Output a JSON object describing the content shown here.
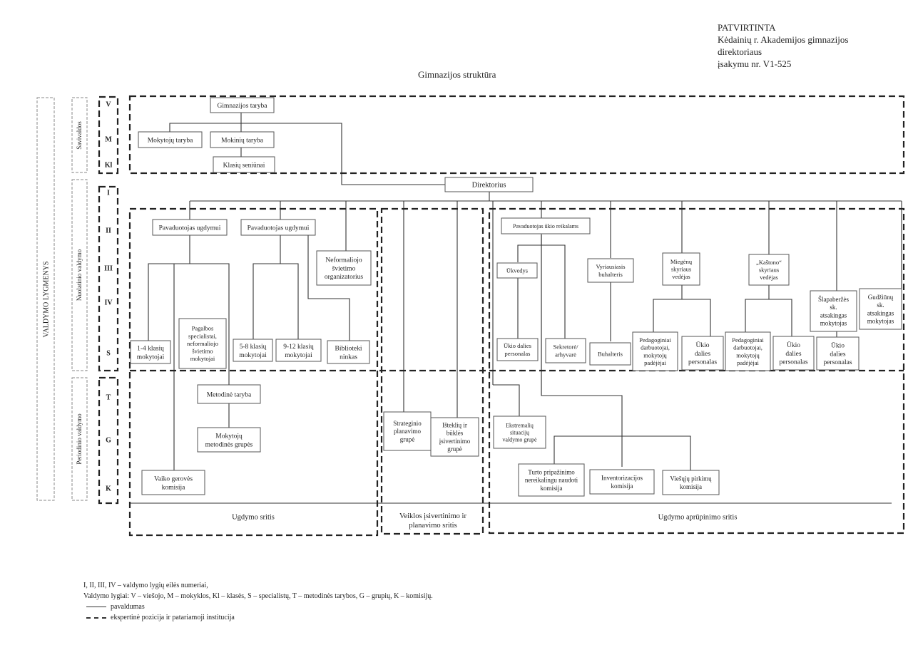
{
  "approval": {
    "line1": "PATVIRTINTA",
    "line2": "Kėdainių r. Akademijos gimnazijos",
    "line3": "direktoriaus",
    "line4": "įsakymu nr. V1-525"
  },
  "title": "Gimnazijos struktūra",
  "side_labels": {
    "outer": "VALDYMO LYGMENYS",
    "self_government": "Savivaldos",
    "continuous": "Nuolatinio valdymo",
    "periodic": "Periodinio valdymo"
  },
  "levels": {
    "self_government": [
      "V",
      "M",
      "Kl"
    ],
    "continuous": [
      "I",
      "II",
      "III",
      "IV",
      "S"
    ],
    "periodic": [
      "T",
      "G",
      "K"
    ]
  },
  "nodes": {
    "gimnazijos_taryba": "Gimnazijos taryba",
    "mokytoju_taryba": "Mokytojų taryba",
    "mokiniu_taryba": "Mokinių taryba",
    "klasiu_seniunai": "Klasių seniūnai",
    "direktorius": "Direktorius",
    "pavaduotojas_ugdymui_1": "Pavaduotojas ugdymui",
    "pavaduotojas_ugdymui_2": "Pavaduotojas ugdymui",
    "neformaliojo_organizatorius": [
      "Neformaliojo",
      "švietimo",
      "organizatorius"
    ],
    "klasiu_1_4": [
      "1-4 klasių",
      "mokytojai"
    ],
    "pagalbos_specialistai": [
      "Pagalbos",
      "specialistai,",
      "neformaliojo",
      "švietimo",
      "mokytojai"
    ],
    "klasiu_5_8": [
      "5-8 klasių",
      "mokytojai"
    ],
    "klasiu_9_12": [
      "9-12 klasių",
      "mokytojai"
    ],
    "bibliotekininkas": [
      "Biblioteki",
      "ninkas"
    ],
    "metodine_taryba": "Metodinė taryba",
    "metodines_grupes": [
      "Mokytojų",
      "metodinės grupės"
    ],
    "vaiko_geroves": [
      "Vaiko gerovės",
      "komisija"
    ],
    "strateginio_planavimo": [
      "Strateginio",
      "planavimo",
      "grupė"
    ],
    "istekliu_busles": [
      "Išteklių ir",
      "būklės",
      "įsivertinimo",
      "grupė"
    ],
    "pavaduotojas_ukio": "Pavaduotojas ūkio reikalams",
    "ukvedys": "Ūkvedys",
    "ukio_personalas_1": [
      "Ūkio dalies",
      "personalas"
    ],
    "sekretore": [
      "Sekretorė/",
      "arhyvarė"
    ],
    "vyr_buhalteris": [
      "Vyriausiasis",
      "buhalteris"
    ],
    "buhalteris": "Buhalteris",
    "miegenu_vedejas": [
      "Miegėnų",
      "skyriaus",
      "vedėjas"
    ],
    "miegenu_pedagoginiai": [
      "Pedagoginiai",
      "darbuotojai,",
      "mokytojų",
      "padėjėjai"
    ],
    "miegenu_ukio": [
      "Ūkio",
      "dalies",
      "personalas"
    ],
    "kastono_vedejas": [
      "„Kaštono“",
      "skyriaus",
      "vedėjas"
    ],
    "kastono_pedagoginiai": [
      "Pedagoginiai",
      "darbuotojai,",
      "mokytojų",
      "padėjėjai"
    ],
    "kastono_ukio": [
      "Ūkio",
      "dalies",
      "personalas"
    ],
    "slapaberzes": [
      "Šlapaberžės",
      "sk.",
      "atsakingas",
      "mokytojas"
    ],
    "slapaberzes_ukio": [
      "Ūkio",
      "dalies",
      "personalas"
    ],
    "gudziunu": [
      "Gudžiūnų",
      "sk.",
      "atsakingas",
      "mokytojas"
    ],
    "ekstremaliu": [
      "Ekstremalių",
      "situacijų",
      "valdymo grupė"
    ],
    "turto_pripazinimo": [
      "Turto pripažinimo",
      "nereikalingu naudoti",
      "komisija"
    ],
    "inventorizacijos": [
      "Inventorizacijos",
      "komisija"
    ],
    "viesuju_pirkimu": [
      "Viešųjų pirkimų",
      "komisija"
    ]
  },
  "areas": {
    "ugdymo": "Ugdymo sritis",
    "veiklos": [
      "Veiklos įsivertinimo ir",
      "planavimo sritis"
    ],
    "aprupinimo": "Ugdymo aprūpinimo sritis"
  },
  "legend": {
    "numbers": "I, II, III, IV – valdymo lygių eilės numeriai,",
    "levels": "Valdymo lygiai: V – viešojo, M – mokyklos, Kl – klasės, S – specialistų, T – metodinės tarybos, G – grupių, K – komisijų.",
    "solid": "pavaldumas",
    "dashed": "ekspertinė pozicija ir patariamoji institucija"
  },
  "colors": {
    "line": "#333333",
    "box_border": "#555555",
    "light_dash": "#888888"
  }
}
